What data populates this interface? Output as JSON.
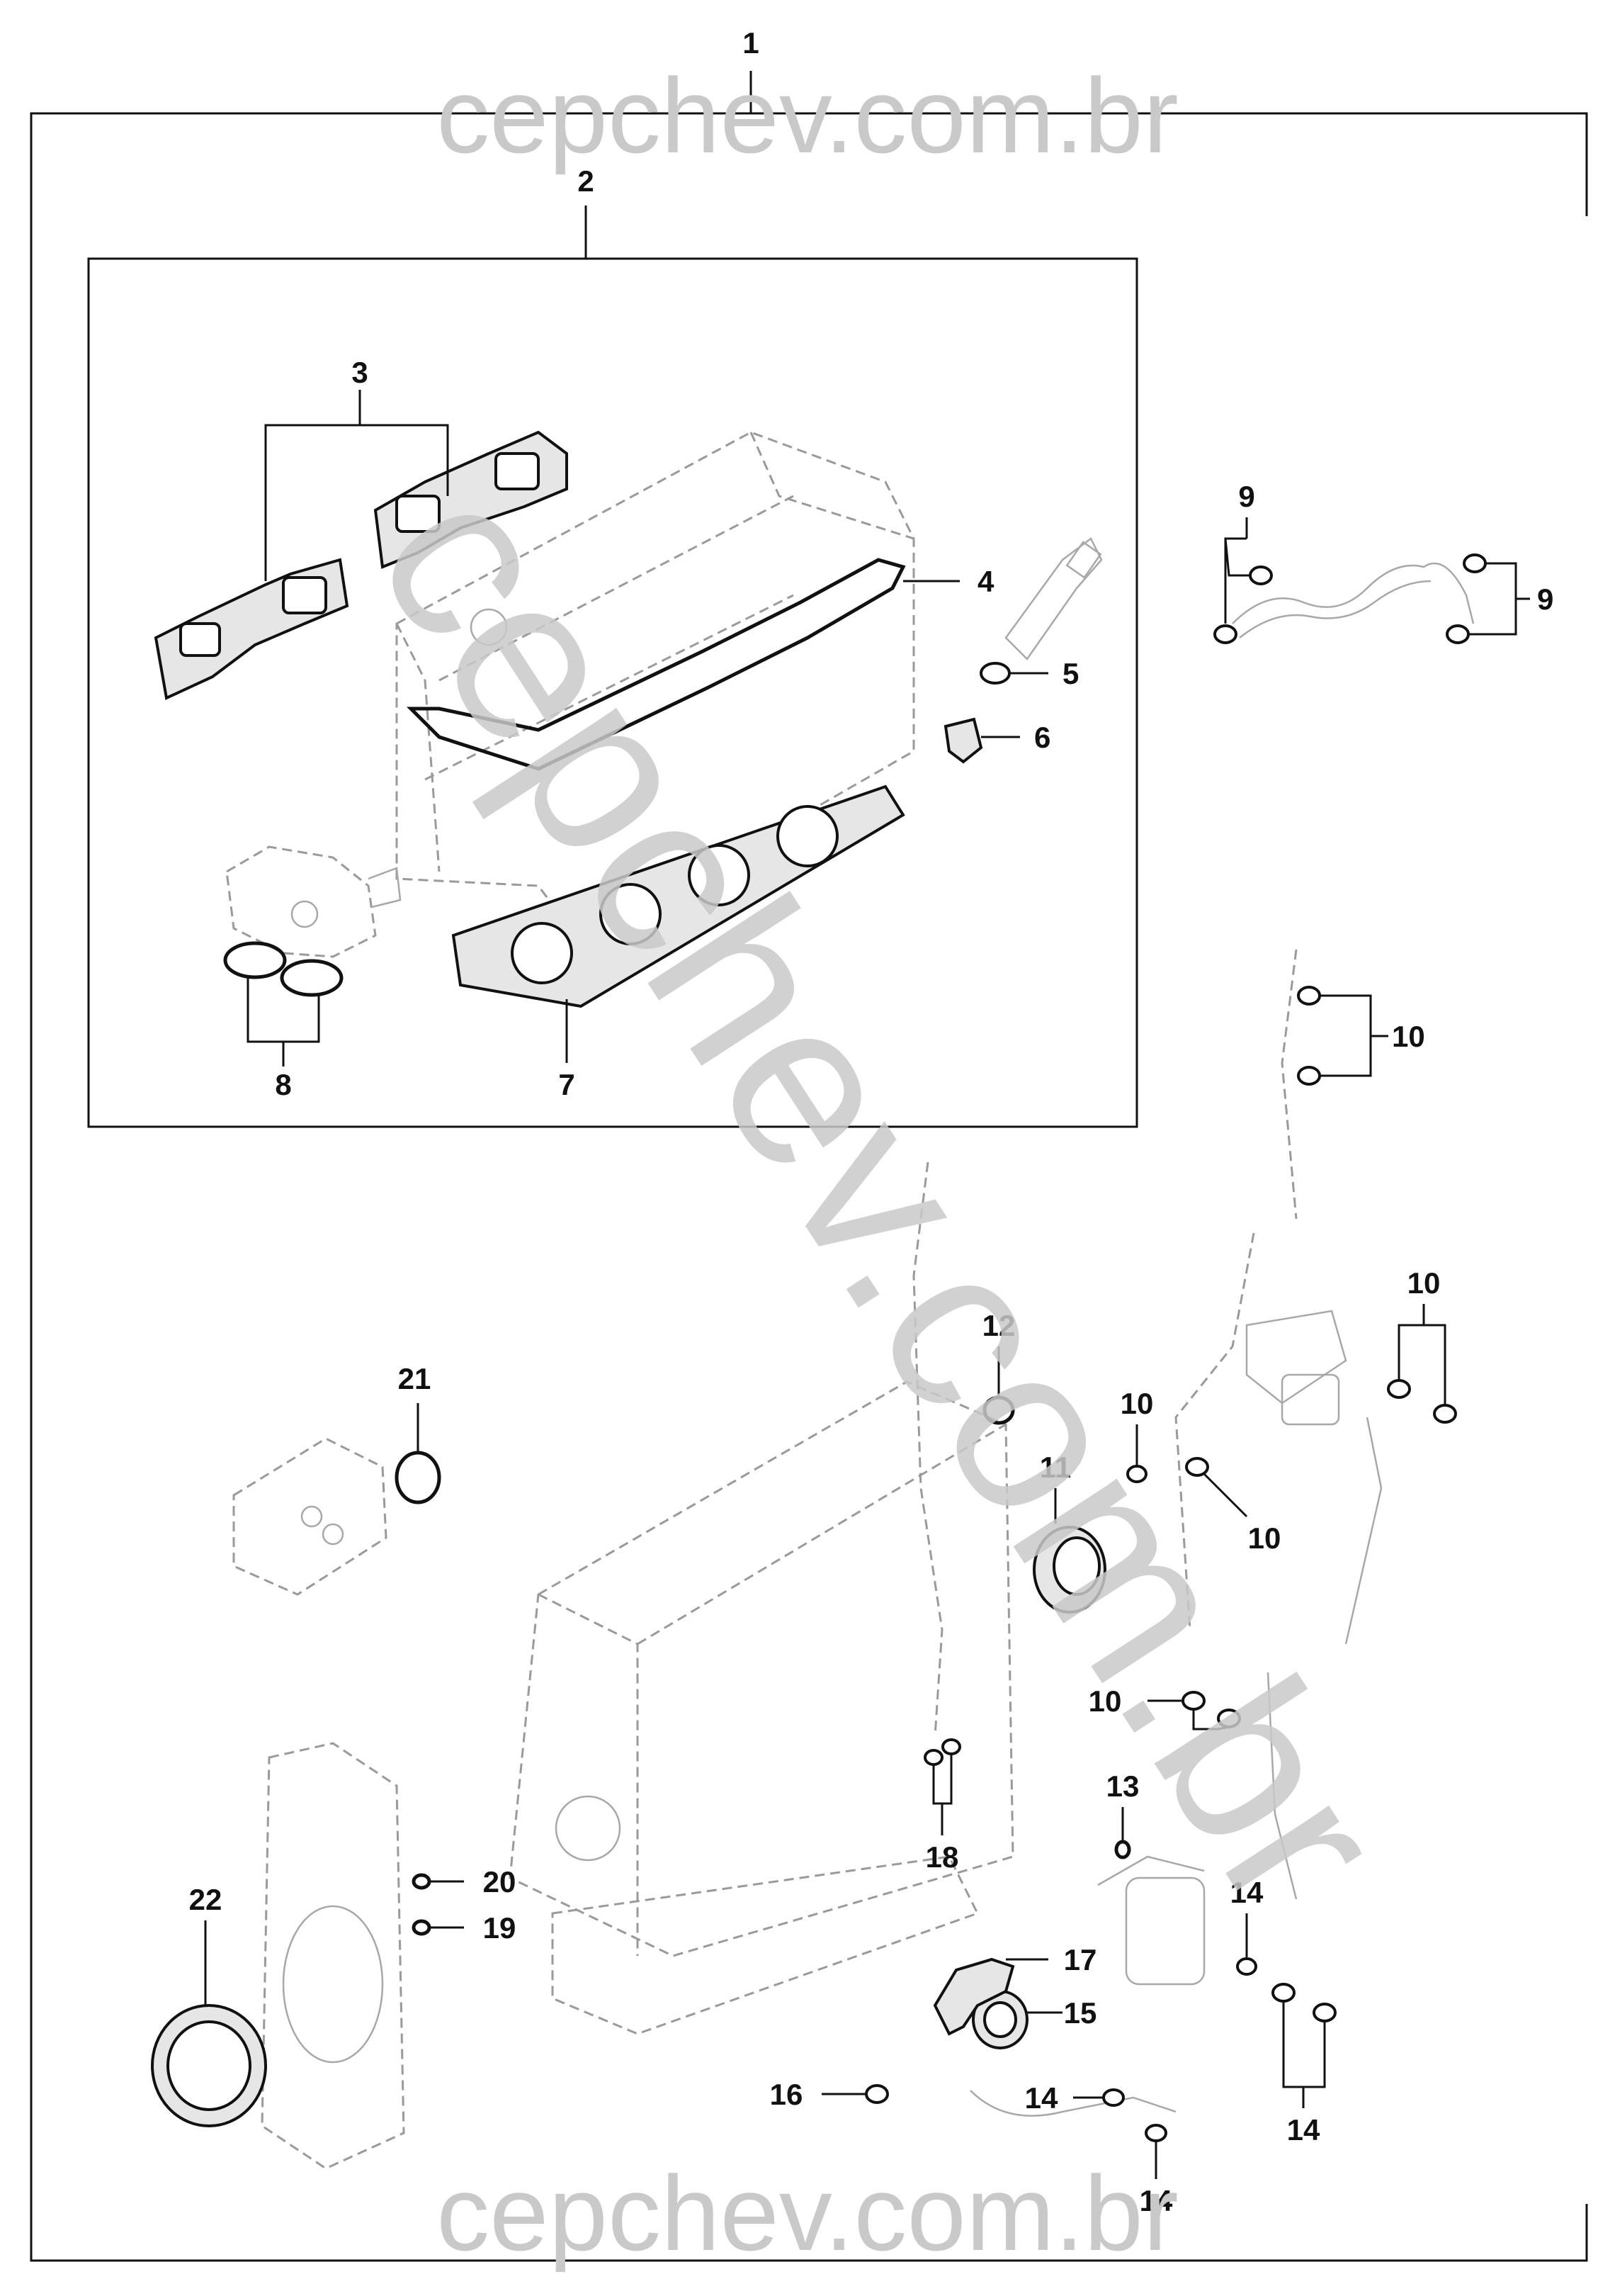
{
  "watermark": {
    "top": "cepchev.com.br",
    "bottom": "cepchev.com.br",
    "diagonal": "cepchev.com.br"
  },
  "callouts": {
    "c1": "1",
    "c2": "2",
    "c3": "3",
    "c4": "4",
    "c5": "5",
    "c6": "6",
    "c7": "7",
    "c8": "8",
    "c9a": "9",
    "c9b": "9",
    "c10a": "10",
    "c10b": "10",
    "c10c": "10",
    "c10d": "10",
    "c10e": "10",
    "c11": "11",
    "c12": "12",
    "c13": "13",
    "c14a": "14",
    "c14b": "14",
    "c14c": "14",
    "c14d": "14",
    "c15": "15",
    "c16": "16",
    "c17": "17",
    "c18": "18",
    "c19": "19",
    "c20": "20",
    "c21": "21",
    "c22": "22"
  }
}
